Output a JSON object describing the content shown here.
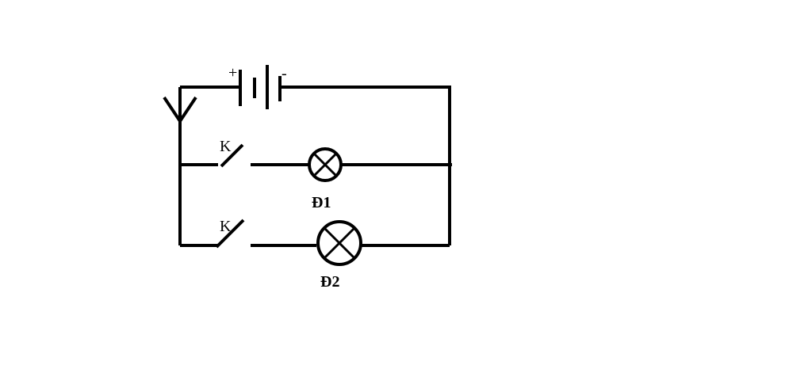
{
  "battery": {
    "positive_sign": "+",
    "negative_sign": "-"
  },
  "branch_1": {
    "switch_label": "K",
    "lamp_label": "Đ1"
  },
  "branch_2": {
    "switch_label": "K",
    "lamp_label": "Đ2"
  }
}
